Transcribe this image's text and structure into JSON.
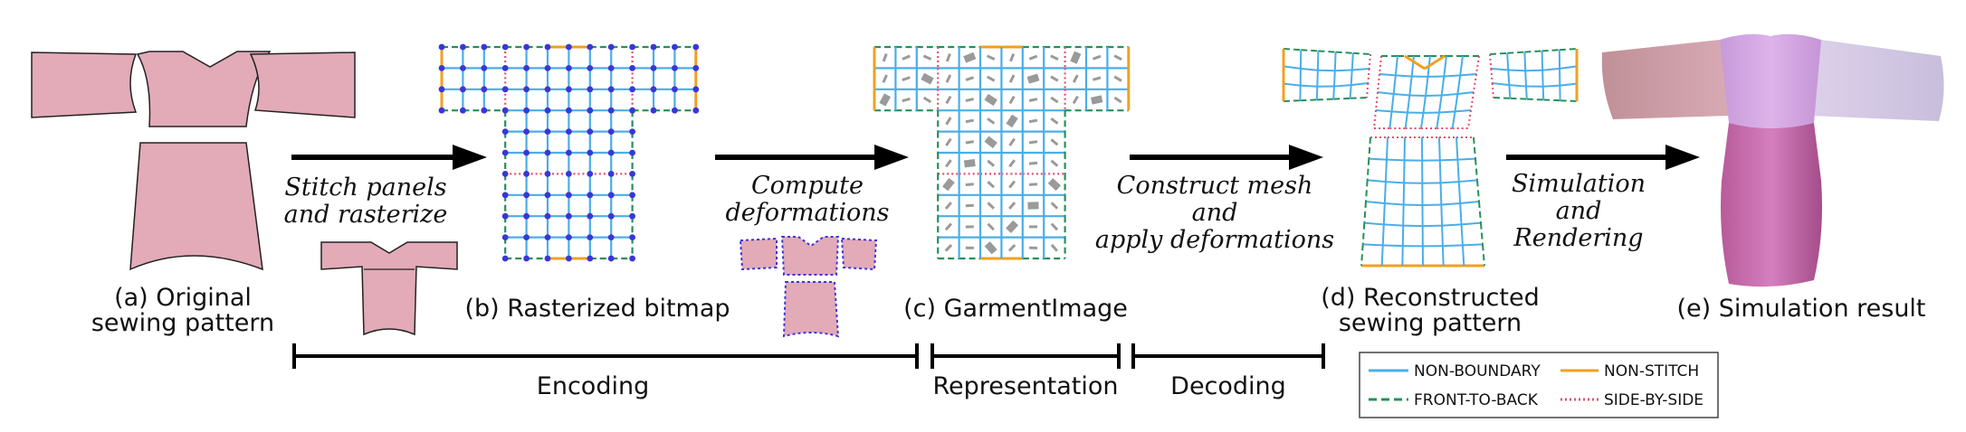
{
  "steps": {
    "a": [
      "(a) Original",
      "sewing pattern"
    ],
    "b": [
      "(b) Rasterized bitmap"
    ],
    "c": [
      "(c) GarmentImage"
    ],
    "d": [
      "(d) Reconstructed",
      "sewing pattern"
    ],
    "e": [
      "(e) Simulation result"
    ]
  },
  "arrows": {
    "a1": [
      "Stitch panels",
      "and rasterize"
    ],
    "a2": [
      "Compute",
      "deformations"
    ],
    "a3": [
      "Construct mesh",
      "and",
      "apply deformations"
    ],
    "a4": [
      "Simulation",
      "and",
      "Rendering"
    ]
  },
  "brackets": {
    "encoding": "Encoding",
    "representation": "Representation",
    "decoding": "Decoding"
  },
  "legend": {
    "non_boundary": "NON-BOUNDARY",
    "non_stitch": "NON-STITCH",
    "front_to_back": "FRONT-TO-BACK",
    "side_by_side": "SIDE-BY-SIDE"
  },
  "colors": {
    "non_boundary": "#4aaee8",
    "non_stitch": "#f0a020",
    "front_to_back": "#25905a",
    "side_by_side": "#e0506a",
    "panel_fill": "#e3aab8",
    "vertex": "#3a36d8"
  }
}
